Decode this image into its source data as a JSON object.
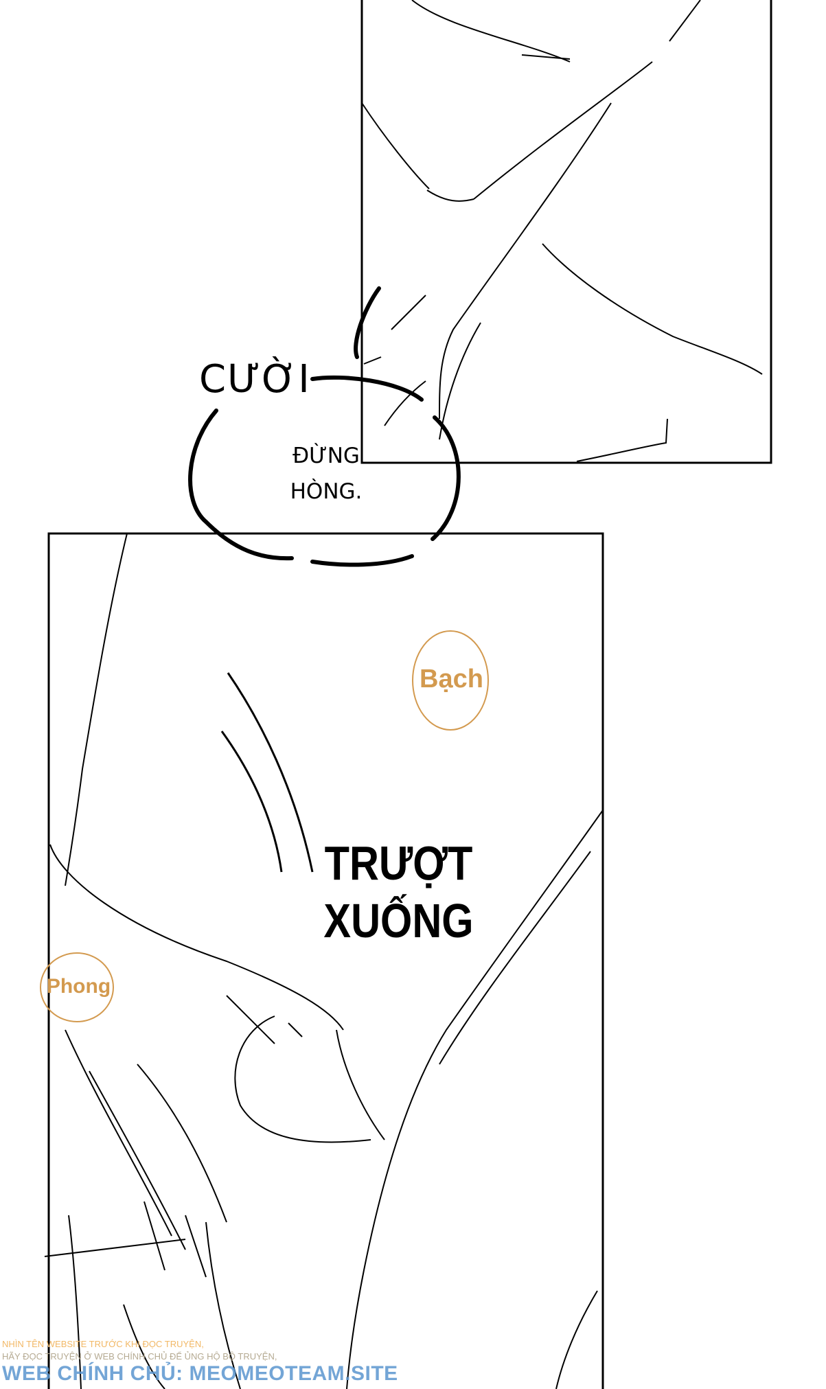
{
  "panels": {
    "sfx_laugh": "CƯỜI",
    "speech_bubble": {
      "line1": "ĐỪNG",
      "line2": "HÒNG."
    },
    "sfx_slide": {
      "line1": "TRƯỢT",
      "line2": "XUỐNG"
    },
    "character_tags": [
      {
        "name": "Bạch",
        "color": "#d39a4f"
      },
      {
        "name": "Phong",
        "color": "#d39a4f"
      }
    ]
  },
  "watermark": {
    "line1": "NHÌN TÊN WEBSITE TRƯỚC KHI ĐỌC TRUYỆN,",
    "line2": "HÃY ĐỌC TRUYỆN Ở WEB CHÍNH CHỦ ĐỂ ỦNG HỘ BỘ TRUYỆN,",
    "line3": "WEB CHÍNH CHỦ: MEOMEOTEAM.SITE"
  }
}
